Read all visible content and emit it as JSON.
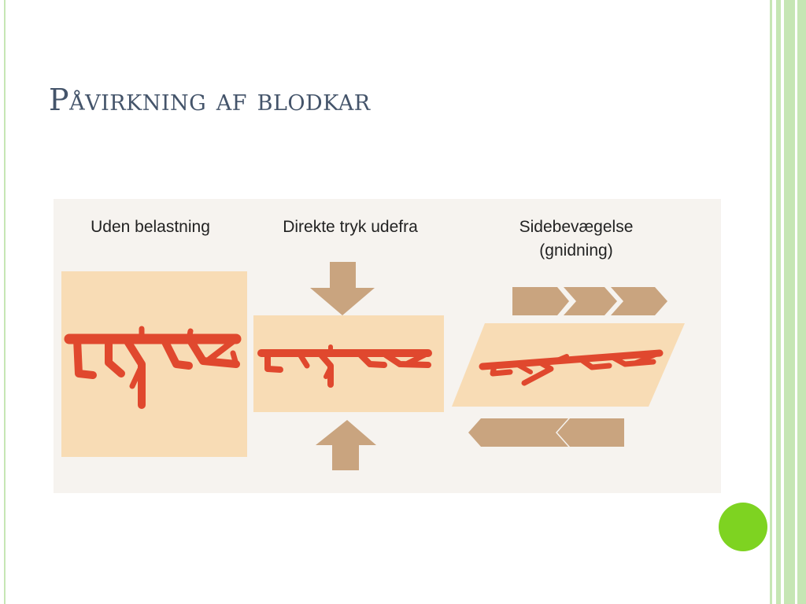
{
  "slide": {
    "title": "Påvirkning af blodkar"
  },
  "figure": {
    "panels": [
      {
        "label": "Uden belastning"
      },
      {
        "label": "Direkte tryk udefra"
      },
      {
        "label_line1": "Sidebevægelse",
        "label_line2": "(gnidning)"
      }
    ]
  },
  "colors": {
    "title": "#44546a",
    "tissue": "#f8dcb5",
    "vessel": "#e0482e",
    "arrow": "#c9a47f",
    "accent_dot": "#7ed321",
    "frame": "#c6e6b4"
  }
}
